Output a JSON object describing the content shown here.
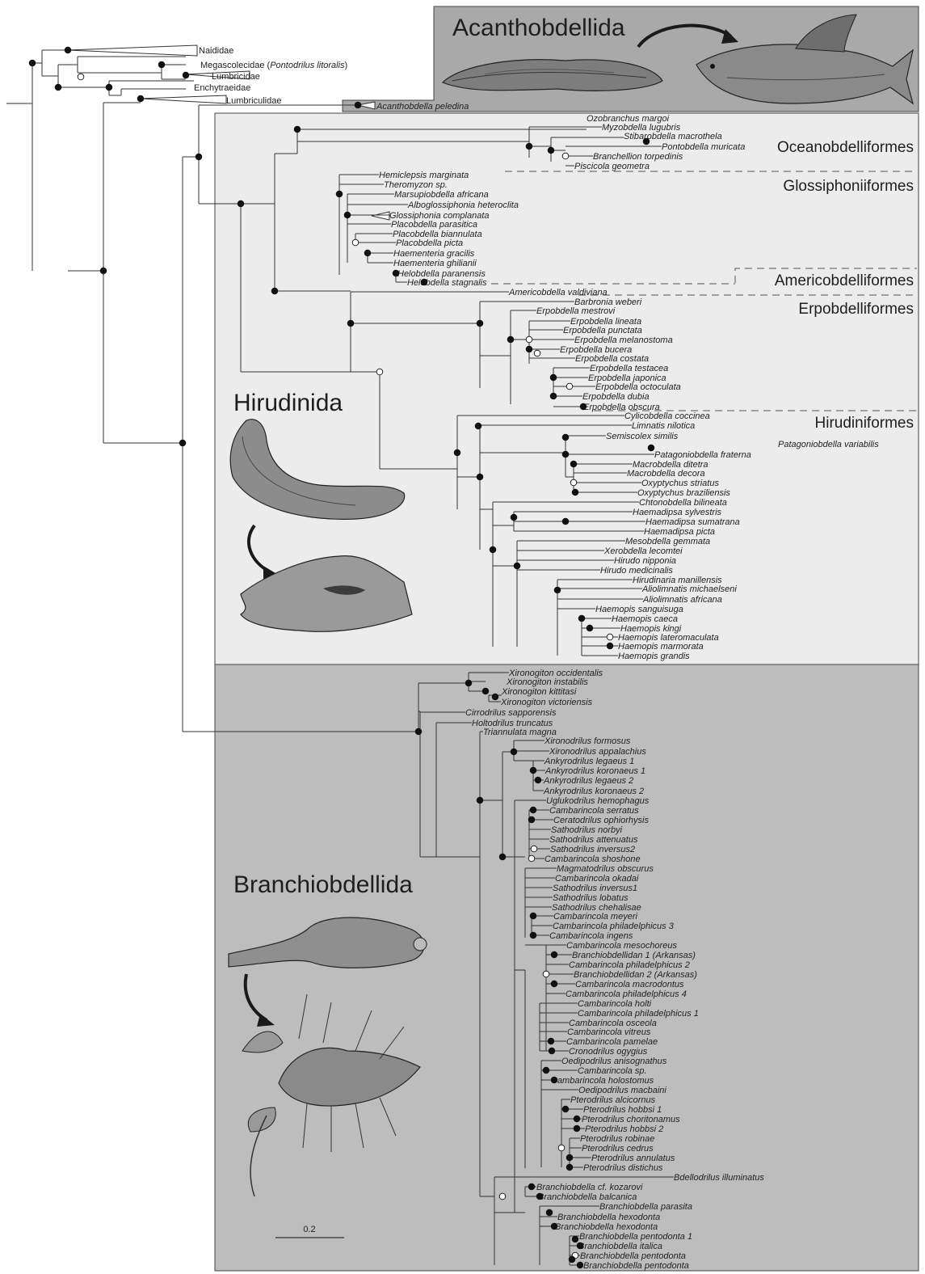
{
  "clades": {
    "acanthobdellida": "Acanthobdellida",
    "hirudinida": "Hirudinida",
    "branchiobdellida": "Branchiobdellida"
  },
  "groups": {
    "oceanobdelliformes": "Oceanobdelliformes",
    "glossiphoniiformes": "Glossiphoniiformes",
    "americobdelliformes": "Americobdelliformes",
    "erpobdelliformes": "Erpobdelliformes",
    "hirudiniformes": "Hirudiniformes"
  },
  "scale_bar_label": "0.2",
  "outgroup_labels": [
    {
      "text": "Naididae",
      "italic": false
    },
    {
      "text": "Megascolecidae (",
      "italic": false,
      "suffix": "Pontodrilus litoralis",
      "close": ")"
    },
    {
      "text": "Lumbricidae",
      "italic": false
    },
    {
      "text": "Enchytraeidae",
      "italic": false
    },
    {
      "text": "Lumbriculidae",
      "italic": false
    },
    {
      "text": "Acanthobdella peledina",
      "italic": true
    }
  ],
  "hirudinida_taxa": [
    "Ozobranchus margoi",
    "Myzobdella lugubris",
    "Stibarobdella macrothela",
    "Pontobdella muricata",
    "Branchellion torpedinis",
    "Piscicola geometra",
    "Hemiclepsis marginata",
    "Theromyzon sp.",
    "Marsupiobdella africana",
    "Alboglossiphonia heteroclita",
    "Glossiphonia complanata",
    "Placobdella parasitica",
    "Placobdella biannulata",
    "Placobdella picta",
    "Haementeria gracilis",
    "Haementeria ghilianii",
    "Helobdella paranensis",
    "Helobdella stagnalis",
    "Americobdella valdiviana",
    "Barbronia weberi",
    "Erpobdella mestrovi",
    "Erpobdella lineata",
    "Erpobdella punctata",
    "Erpobdella melanostoma",
    "Erpobdella bucera",
    "Erpobdella costata",
    "Erpobdella testacea",
    "Erpobdella japonica",
    "Erpobdella octoculata",
    "Erpobdella dubia",
    "Erpobdella obscura",
    "Cylicobdella coccinea",
    "Limnatis nilotica",
    "Semiscolex similis",
    "Patagoniobdella variabilis",
    "Patagoniobdella fraterna",
    "Macrobdella ditetra",
    "Macrobdella decora",
    "Oxyptychus striatus",
    "Oxyptychus braziliensis",
    "Chtonobdella bilineata",
    "Haemadipsa sylvestris",
    "Haemadipsa sumatrana",
    "Haemadipsa picta",
    "Mesobdella gemmata",
    "Xerobdella lecomtei",
    "Hirudo nipponia",
    "Hirudo medicinalis",
    "Hirudinaria manillensis",
    "Aliolimnatis michaelseni",
    "Aliolimnatis africana",
    "Haemopis sanguisuga",
    "Haemopis caeca",
    "Haemopis kingi",
    "Haemopis lateromaculata",
    "Haemopis marmorata",
    "Haemopis grandis"
  ],
  "branchiobdellida_taxa": [
    "Xironogiton occidentalis",
    "Xironogiton instabilis",
    "Xironogiton kittitasi",
    "Xironogiton victoriensis",
    "Cirrodrilus sapporensis",
    "Holtodrilus truncatus",
    "Triannulata magna",
    "Xironodrilus formosus",
    "Xironodrilus appalachius",
    "Ankyrodrilus legaeus 1",
    "Ankyrodrilus koronaeus 1",
    "Ankyrodrilus legaeus 2",
    "Ankyrodrilus koronaeus 2",
    "Uglukodrilus hemophagus",
    "Cambarincola serratus",
    "Ceratodrilus ophiorhysis",
    "Sathodrilus norbyi",
    "Sathodrilus attenuatus",
    "Sathodrilus inversus2",
    "Cambarincola shoshone",
    "Magmatodrilus obscurus",
    "Cambarincola okadai",
    "Sathodrilus inversus1",
    "Sathodrilus lobatus",
    "Sathodrilus chehalisae",
    "Cambarincola meyeri",
    "Cambarincola philadelphicus 3",
    "Cambarincola ingens",
    "Cambarincola mesochoreus",
    "Branchiobdellidan 1 (Arkansas)",
    "Cambarincola philadelphicus 2",
    "Branchiobdellidan 2 (Arkansas)",
    "Cambarincola macrodontus",
    "Cambarincola philadelphicus 4",
    "Cambarincola holti",
    "Cambarincola philadelphicus 1",
    "Cambarincola osceola",
    "Cambarincola vitreus",
    "Cambarincola pamelae",
    "Cronodrilus ogygius",
    "Oedipodrilus anisognathus",
    "Cambarincola sp.",
    "Cambarincola holostomus",
    "Oedipodrilus macbaini",
    "Pterodrilus alcicornus",
    "Pterodrilus hobbsi 1",
    "Pterodrilus choritonamus",
    "Pterodrilus hobbsi 2",
    "Pterodrilus robinae",
    "Pterodrilus cedrus",
    "Pterodrilus annulatus",
    "Pterodrilus distichus",
    "Bdellodrilus illuminatus",
    "Branchiobdella cf. kozarovi",
    "Branchiobdella balcanica",
    "Branchiobdella parasita",
    "Branchiobdella hexodonta",
    "Branchiobdella hexodonta",
    "Branchiobdella pentodonta 1",
    "Branchiobdella italica",
    "Branchiobdella pentodonta",
    "Branchiobdella pentodonta"
  ]
}
